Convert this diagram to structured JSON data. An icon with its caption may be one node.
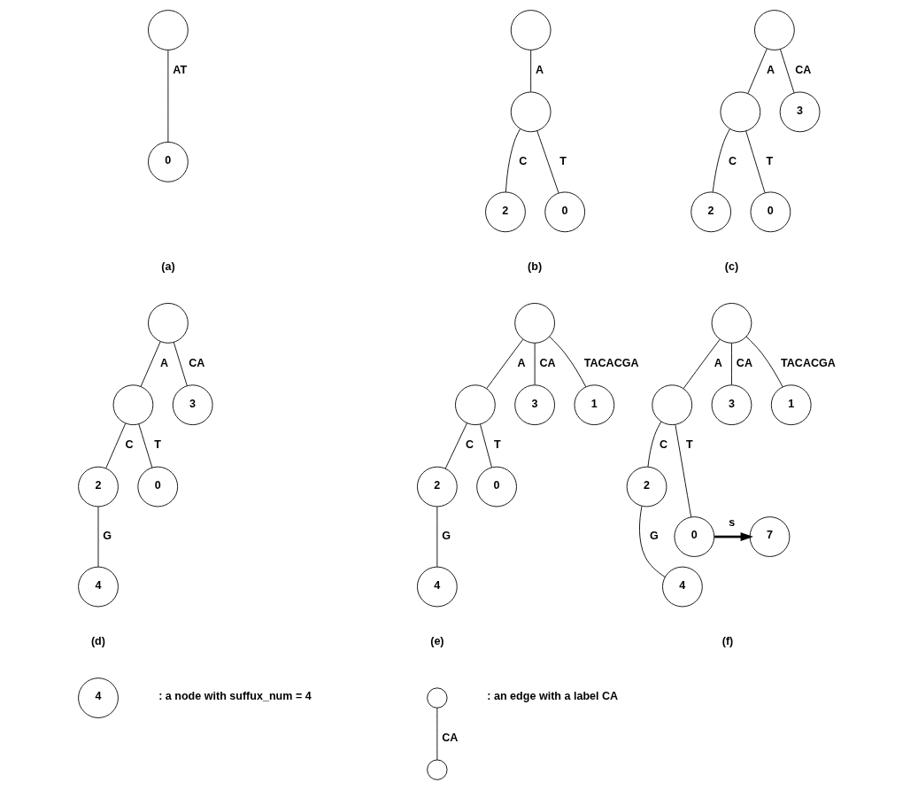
{
  "diagram": {
    "nodes": [
      {
        "text": [],
        "shape": "circle"
      },
      {
        "text": [
          "0"
        ]
      },
      {
        "text": [],
        "shape": "circle"
      },
      {
        "text": [],
        "shape": "circle"
      },
      {
        "text": [
          "2"
        ]
      },
      {
        "text": [
          "0"
        ]
      },
      {
        "text": [],
        "shape": "circle"
      },
      {
        "text": [],
        "shape": "circle"
      },
      {
        "text": [
          "3"
        ]
      },
      {
        "text": [
          "2"
        ]
      },
      {
        "text": [
          "0"
        ]
      },
      {
        "text": [],
        "shape": "circle"
      },
      {
        "text": [],
        "shape": "circle"
      },
      {
        "text": [
          "3"
        ]
      },
      {
        "text": [
          "2"
        ]
      },
      {
        "text": [
          "0"
        ]
      },
      {
        "text": [
          "4"
        ]
      },
      {
        "text": [],
        "shape": "circle"
      },
      {
        "text": [],
        "shape": "circle"
      },
      {
        "text": [
          "3"
        ]
      },
      {
        "text": [
          "1"
        ]
      },
      {
        "text": [
          "2"
        ]
      },
      {
        "text": [
          "0"
        ]
      },
      {
        "text": [
          "4"
        ]
      },
      {
        "text": [],
        "shape": "circle"
      },
      {
        "text": [],
        "shape": "circle"
      },
      {
        "text": [
          "3"
        ]
      },
      {
        "text": [
          "1"
        ]
      },
      {
        "text": [
          "2"
        ]
      },
      {
        "text": [
          "0"
        ]
      },
      {
        "text": [
          "7"
        ]
      },
      {
        "text": [
          "4"
        ]
      },
      {
        "text": [
          "4"
        ],
        "beside": [
          ": a node with suffux_num = 4"
        ]
      },
      {
        "text": [],
        "shape": "circle",
        "beside": [
          ": an edge with a label CA"
        ]
      },
      {
        "text": [],
        "shape": "circle"
      }
    ],
    "edges": [
      {
        "from": 0,
        "to": 1,
        "arrow": "none",
        "label": "AT"
      },
      {
        "from": 2,
        "to": 3,
        "arrow": "none",
        "label": "A"
      },
      {
        "from": 3,
        "to": 4,
        "arrow": "none",
        "label": "C"
      },
      {
        "from": 3,
        "to": 5,
        "arrow": "none",
        "label": "T"
      },
      {
        "from": 6,
        "to": 7,
        "arrow": "none",
        "label": "A"
      },
      {
        "from": 6,
        "to": 8,
        "arrow": "none",
        "label": "CA"
      },
      {
        "from": 7,
        "to": 9,
        "arrow": "none",
        "label": "C"
      },
      {
        "from": 7,
        "to": 10,
        "arrow": "none",
        "label": "T"
      },
      {
        "from": 11,
        "to": 12,
        "arrow": "none",
        "label": "A"
      },
      {
        "from": 11,
        "to": 13,
        "arrow": "none",
        "label": "CA"
      },
      {
        "from": 12,
        "to": 14,
        "arrow": "none",
        "label": "C"
      },
      {
        "from": 12,
        "to": 15,
        "arrow": "none",
        "label": "T"
      },
      {
        "from": 14,
        "to": 16,
        "arrow": "none",
        "label": "G"
      },
      {
        "from": 17,
        "to": 18,
        "arrow": "none",
        "label": "A"
      },
      {
        "from": 17,
        "to": 19,
        "arrow": "none",
        "label": "CA"
      },
      {
        "from": 17,
        "to": 20,
        "arrow": "none",
        "label": "TACACGA"
      },
      {
        "from": 18,
        "to": 21,
        "arrow": "none",
        "label": "C"
      },
      {
        "from": 18,
        "to": 22,
        "arrow": "none",
        "label": "T"
      },
      {
        "from": 21,
        "to": 23,
        "arrow": "none",
        "label": "G"
      },
      {
        "from": 24,
        "to": 25,
        "arrow": "none",
        "label": "A"
      },
      {
        "from": 24,
        "to": 26,
        "arrow": "none",
        "label": "CA"
      },
      {
        "from": 24,
        "to": 27,
        "arrow": "none",
        "label": "TACACGA"
      },
      {
        "from": 25,
        "to": 28,
        "arrow": "none",
        "label": "C"
      },
      {
        "from": 25,
        "to": 29,
        "arrow": "none",
        "label": "T"
      },
      {
        "from": 29,
        "to": 30,
        "arrow": "to",
        "label": "s",
        "style": "thick"
      },
      {
        "from": 28,
        "to": 31,
        "arrow": "none",
        "label": "G"
      },
      {
        "from": 33,
        "to": 34,
        "arrow": "none",
        "label": "CA"
      }
    ],
    "labels": [
      "(a)",
      "(b)",
      "(c)",
      "(d)",
      "(e)",
      "(f)"
    ]
  }
}
